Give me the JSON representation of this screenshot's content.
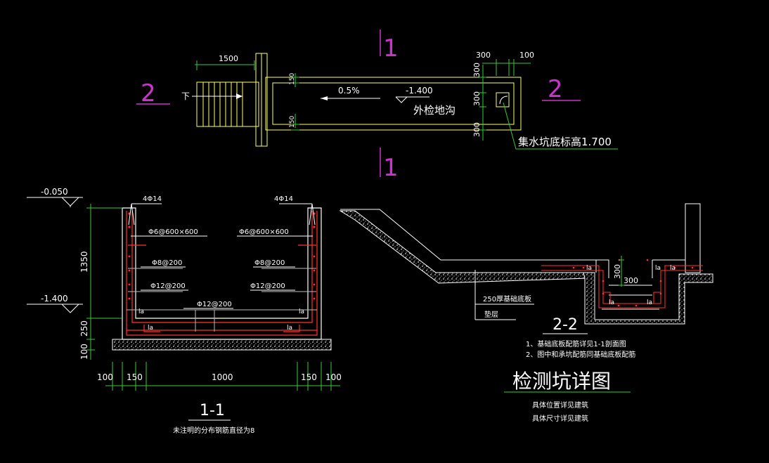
{
  "colors": {
    "background": "#000000",
    "white": "#ffffff",
    "yellow": "#ffff66",
    "red": "#ff3333",
    "green": "#33cc33",
    "magenta": "#cc33cc",
    "gray": "#bbbbbb"
  },
  "plan": {
    "section_mark_1": "1",
    "section_mark_2": "2",
    "dim_1500": "1500",
    "dim_300": "300",
    "dim_100": "100",
    "dim_150": "150",
    "dim_300v": "300",
    "stair_down": "下",
    "slope": "0.5%",
    "level": "-1.400",
    "trench_label": "外检地沟",
    "sump_note": "集水坑底标高1.700"
  },
  "section_1_1": {
    "level_top": "-0.050",
    "level_bottom": "-1.400",
    "dim_1350": "1350",
    "dim_250": "250",
    "dim_100": "100",
    "rebar_corner": "4Φ14",
    "rebar_mesh": "Φ6@600×600",
    "rebar_wall_1": "Φ8@200",
    "rebar_wall_2": "Φ12@200",
    "rebar_slab": "Φ12@200",
    "la": "la",
    "dims_bottom": [
      "100",
      "150",
      "1000",
      "150",
      "100"
    ],
    "title": "1-1",
    "note": "未注明的分布钢筋直径为8"
  },
  "section_2_2": {
    "dim_300": "300",
    "la": "la",
    "slab_label": "250厚基础底板",
    "cushion_label": "垫层",
    "title": "2-2",
    "notes": [
      "1、基础底板配筋详见1-1剖面图",
      "2、图中和承坑配筋同基础底板配筋"
    ],
    "detail_title": "检测坑详图",
    "detail_notes": [
      "具体位置详见建筑",
      "具体尺寸详见建筑"
    ]
  }
}
